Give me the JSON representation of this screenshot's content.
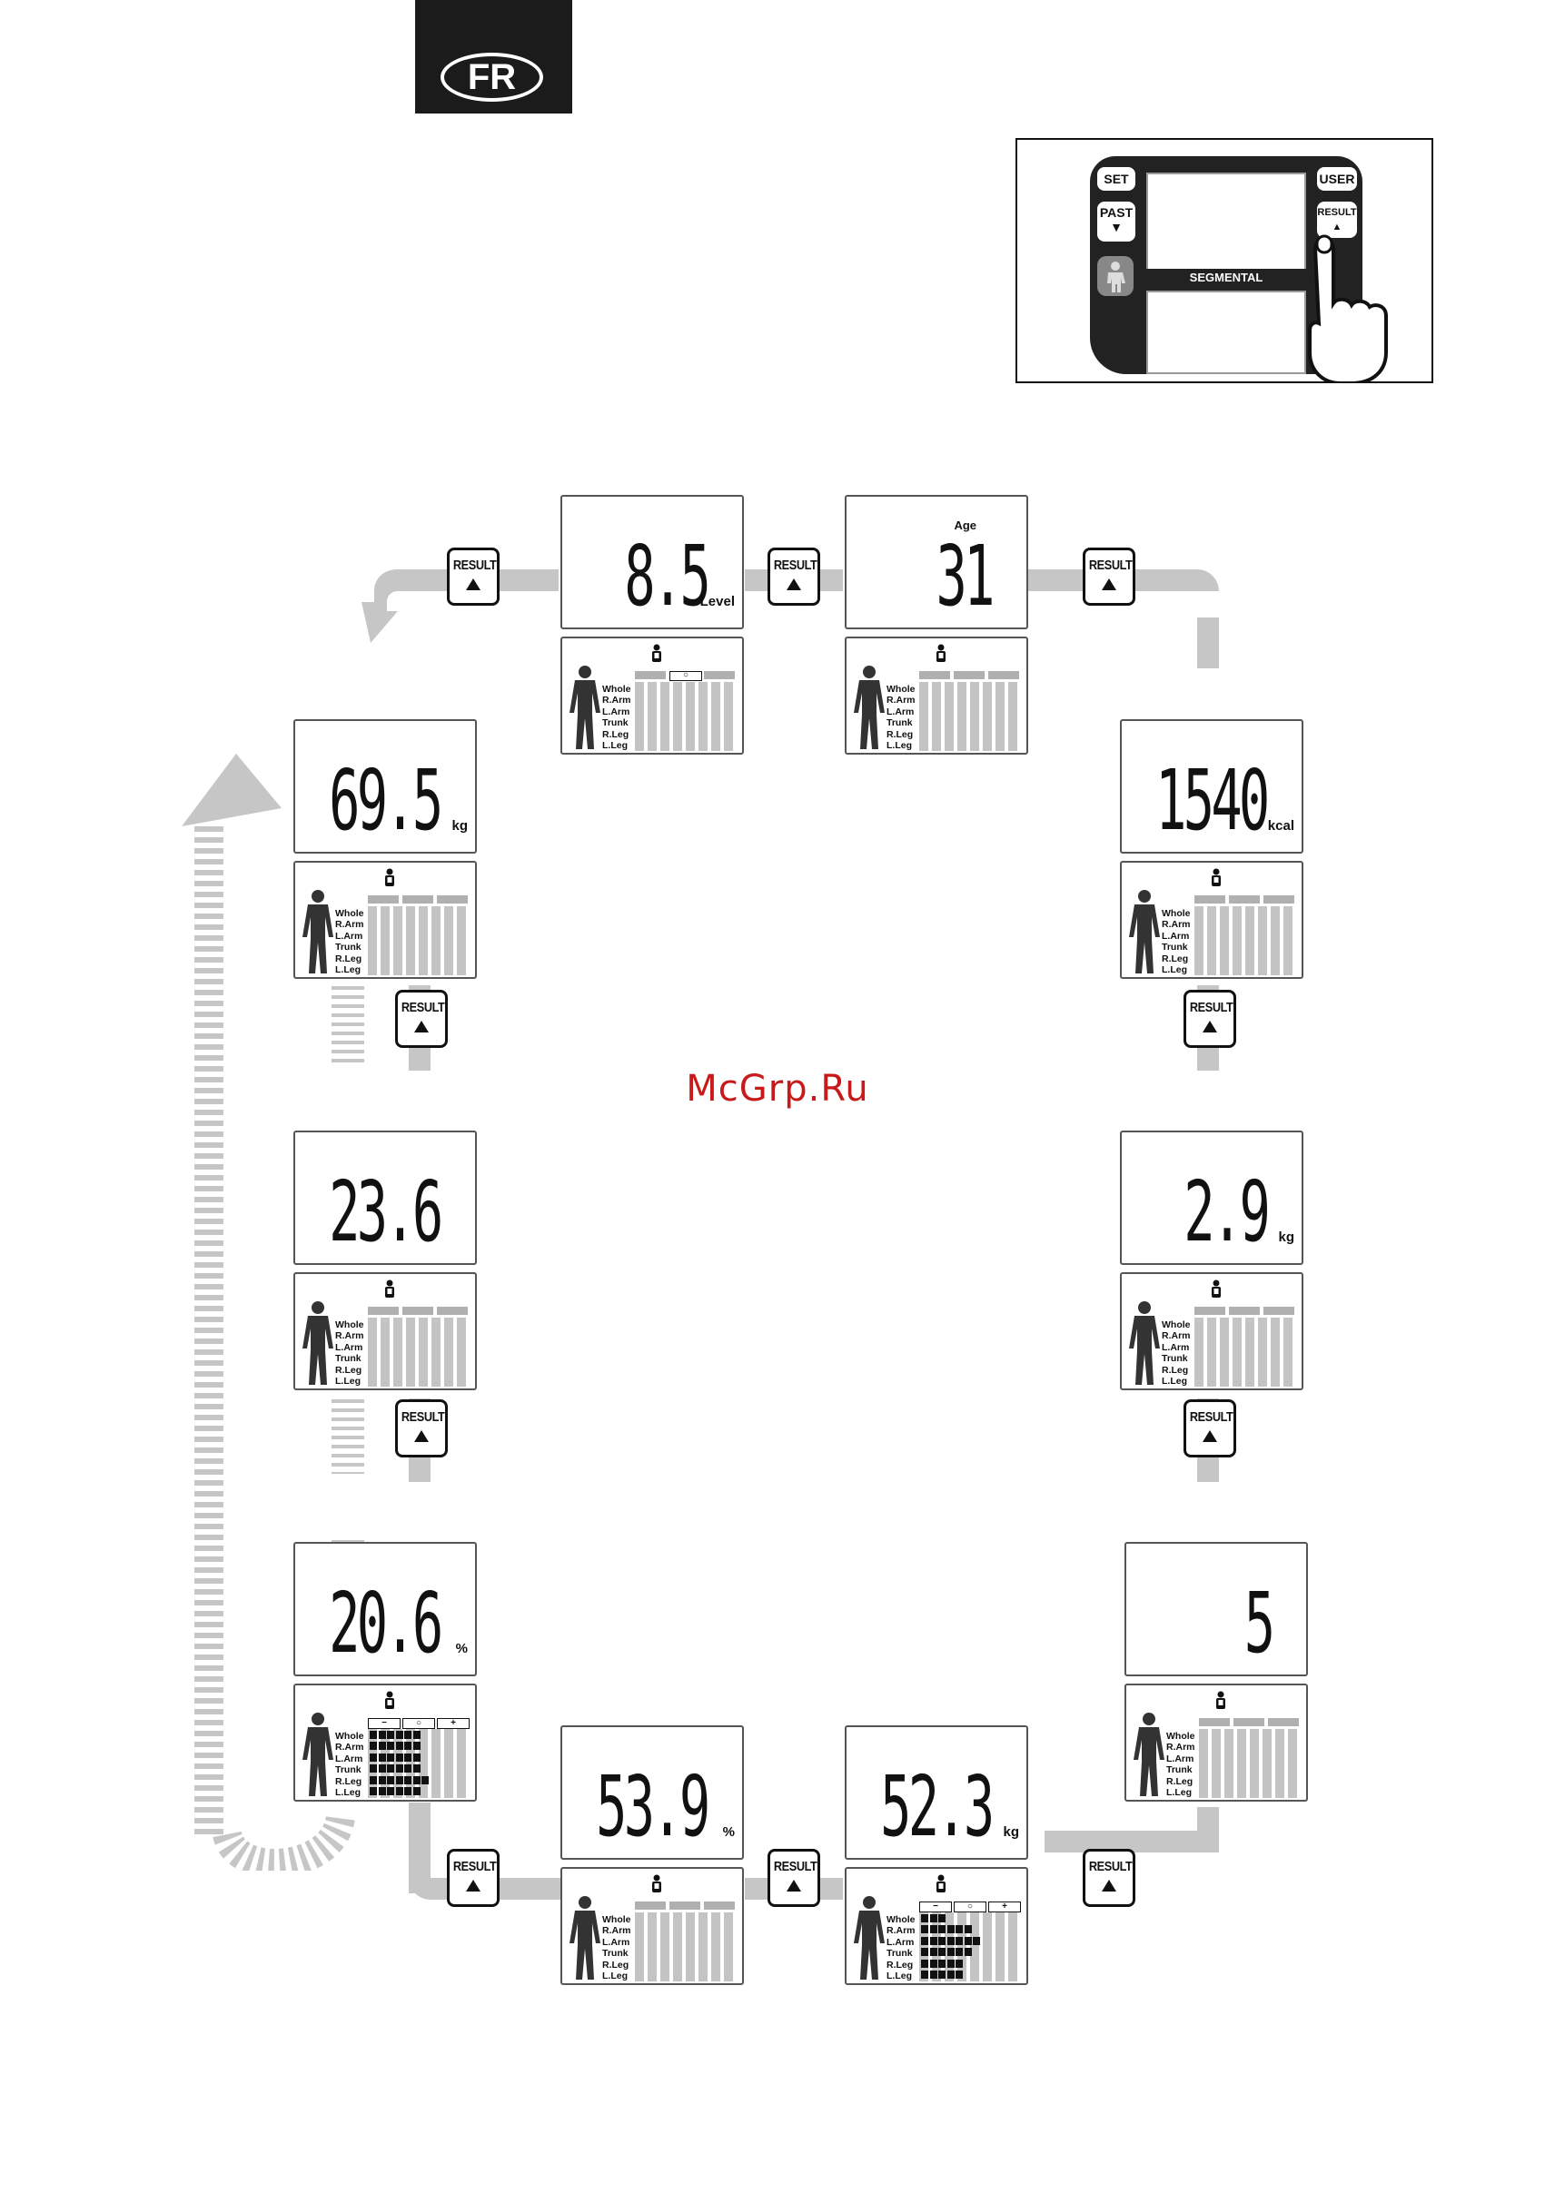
{
  "language_tab": {
    "label": "FR"
  },
  "device": {
    "set_label": "SET",
    "past_label": "PAST",
    "user_label": "USER",
    "result_label": "RESULT",
    "segmental_label": "SEGMENTAL",
    "arrow_down": "▼",
    "arrow_up": "▲"
  },
  "result_button_label": "RESULT",
  "segment_labels": [
    "Whole",
    "R.Arm",
    "L.Arm",
    "Trunk",
    "R.Leg",
    "L.Leg"
  ],
  "scale_marks": {
    "minus": "−",
    "circle": "○",
    "plus": "+"
  },
  "panels": [
    {
      "id": "weight",
      "value": "69.5",
      "unit": "kg",
      "label": "",
      "icon": "weight-icon"
    },
    {
      "id": "visceral",
      "value": "8.5",
      "unit": "Level",
      "label": "",
      "icon": "visceral-fat-icon"
    },
    {
      "id": "age",
      "value": "31",
      "unit": "",
      "label": "Age",
      "icon": "body-age-icon"
    },
    {
      "id": "kcal",
      "value": "1540",
      "unit": "kcal",
      "label": "",
      "icon": "metabolism-icon"
    },
    {
      "id": "bmi",
      "value": "23.6",
      "unit": "",
      "label": "",
      "icon": "bmi-icon"
    },
    {
      "id": "bone",
      "value": "2.9",
      "unit": "kg",
      "label": "",
      "icon": "bone-mass-icon"
    },
    {
      "id": "fat",
      "value": "20.6",
      "unit": "%",
      "label": "",
      "icon": "body-fat-icon"
    },
    {
      "id": "water",
      "value": "53.9",
      "unit": "%",
      "label": "",
      "icon": "body-water-icon"
    },
    {
      "id": "muscle",
      "value": "52.3",
      "unit": "kg",
      "label": "",
      "icon": "muscle-mass-icon"
    },
    {
      "id": "physique",
      "value": "5",
      "unit": "",
      "label": "",
      "icon": "physique-rating-icon"
    }
  ],
  "watermark": "McGrp.Ru",
  "colors": {
    "path": "#c6c6c6",
    "watermark": "#c81a1a",
    "tab": "#1b1b1b"
  }
}
